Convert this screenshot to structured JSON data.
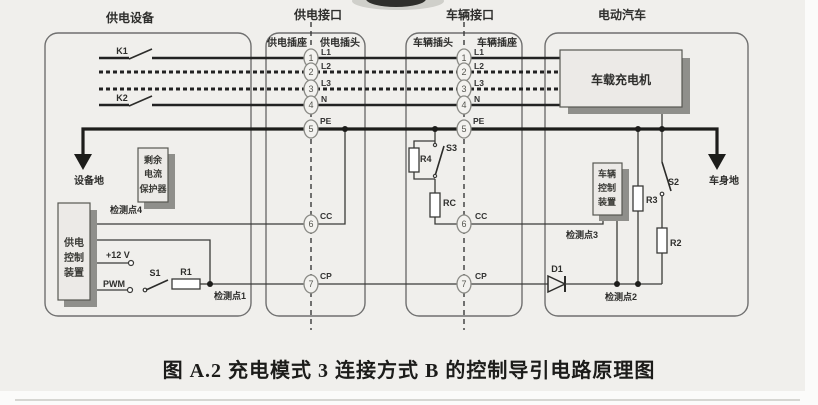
{
  "caption": "图 A.2  充电模式 3 连接方式 B 的控制导引电路原理图",
  "sections": {
    "supply_equipment": "供电设备",
    "supply_interface": "供电接口",
    "vehicle_interface": "车辆接口",
    "electric_vehicle": "电动汽车"
  },
  "interface_parts": {
    "supply_socket": "供电插座",
    "supply_plug": "供电插头",
    "vehicle_plug": "车辆插头",
    "vehicle_socket": "车辆插座"
  },
  "pins": [
    {
      "num": "1",
      "label": "L1"
    },
    {
      "num": "2",
      "label": "L2"
    },
    {
      "num": "3",
      "label": "L3"
    },
    {
      "num": "4",
      "label": "N"
    },
    {
      "num": "5",
      "label": "PE"
    },
    {
      "num": "6",
      "label": "CC"
    },
    {
      "num": "7",
      "label": "CP"
    }
  ],
  "labels": {
    "k1": "K1",
    "k2": "K2",
    "s1": "S1",
    "s2": "S2",
    "s3": "S3",
    "r1": "R1",
    "r2": "R2",
    "r3": "R3",
    "r4": "R4",
    "rc": "RC",
    "d1": "D1",
    "v12": "+12 V",
    "pwm": "PWM",
    "det1": "检测点1",
    "det2": "检测点2",
    "det3": "检测点3",
    "det4": "检测点4",
    "equipment_ground": "设备地",
    "vehicle_ground": "车身地",
    "onboard_charger": "车载充电机"
  },
  "boxes": {
    "rcd_lines": [
      "剩余",
      "电流",
      "保护器"
    ],
    "supply_controller_lines": [
      "供电",
      "控制",
      "装置"
    ],
    "vehicle_controller_lines": [
      "车辆",
      "控制",
      "装置"
    ]
  },
  "colors": {
    "paper": "#f0efec",
    "line": "#222222",
    "box_face": "#eceae7",
    "box_shadow": "#8f8f8b"
  }
}
